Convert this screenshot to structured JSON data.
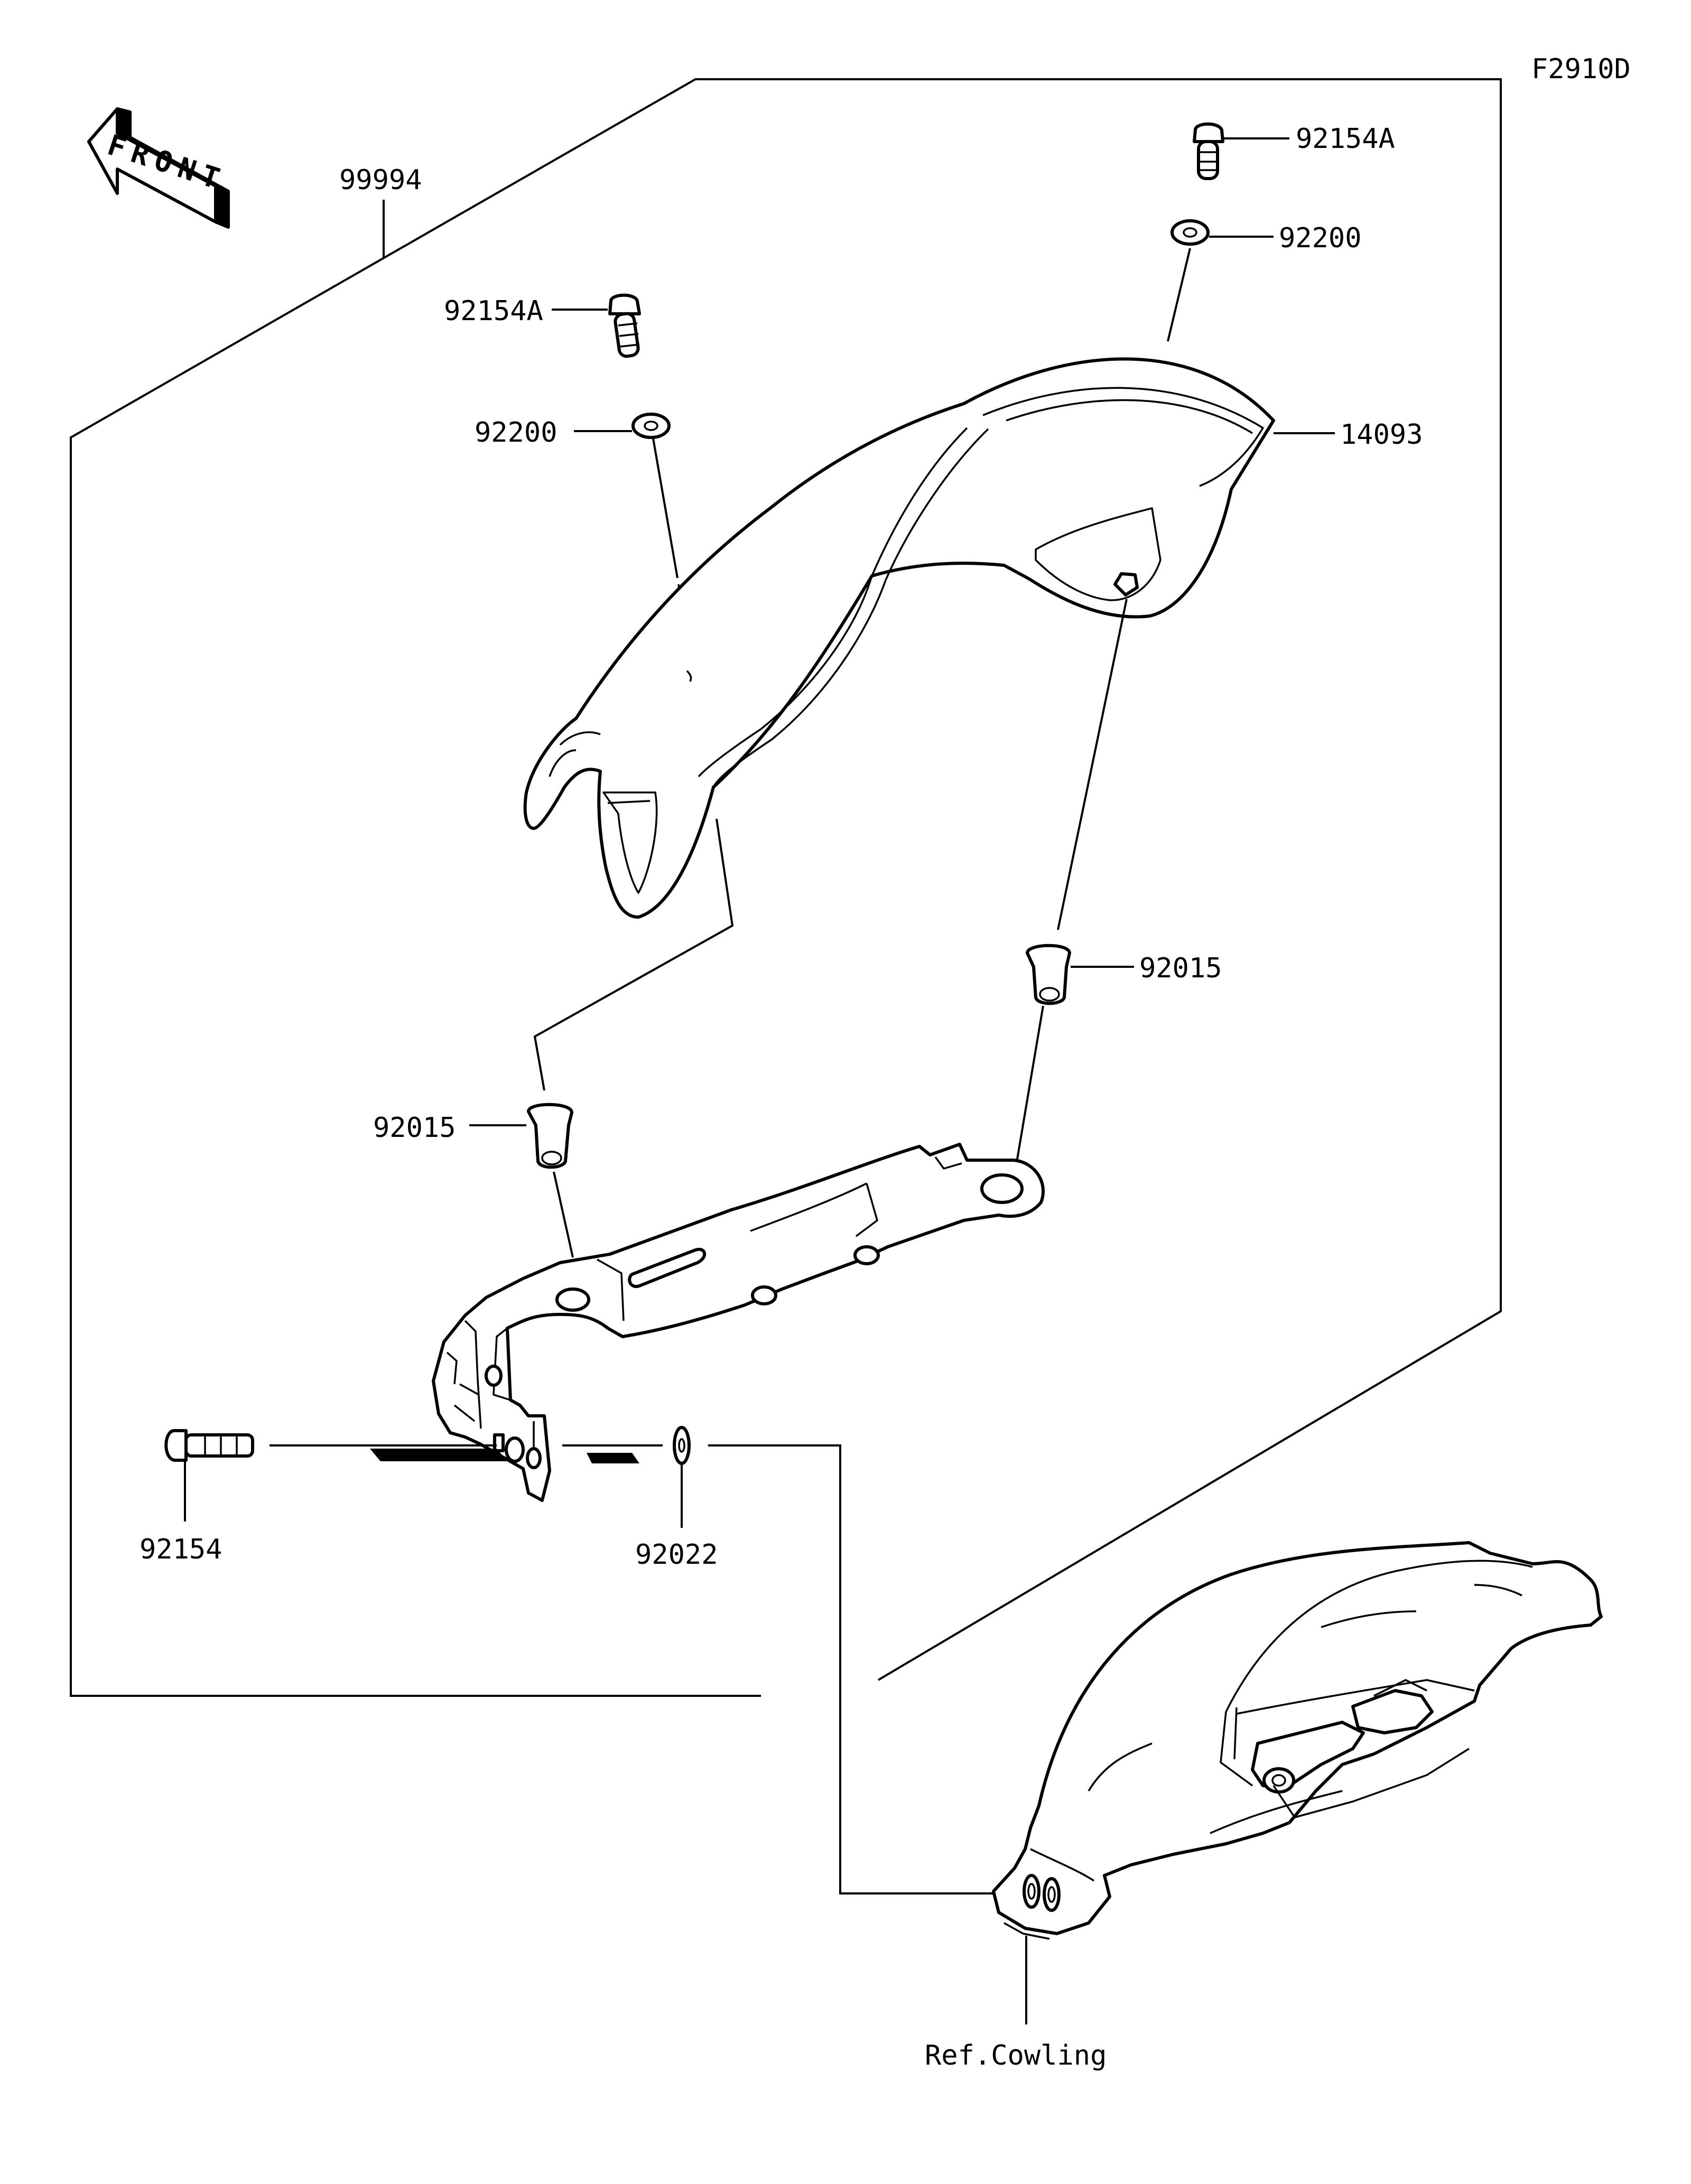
{
  "diagram": {
    "code": "F2910D",
    "front_label": "FRONT",
    "parts": {
      "kit": "99994",
      "bolt_top_right": "92154A",
      "washer_top_right": "92200",
      "bolt_top_left": "92154A",
      "washer_top_left": "92200",
      "cowl": "14093",
      "grommet_right": "92015",
      "grommet_left": "92015",
      "bolt_bottom": "92154",
      "washer_bottom": "92022"
    },
    "reference": "Ref.Cowling"
  }
}
